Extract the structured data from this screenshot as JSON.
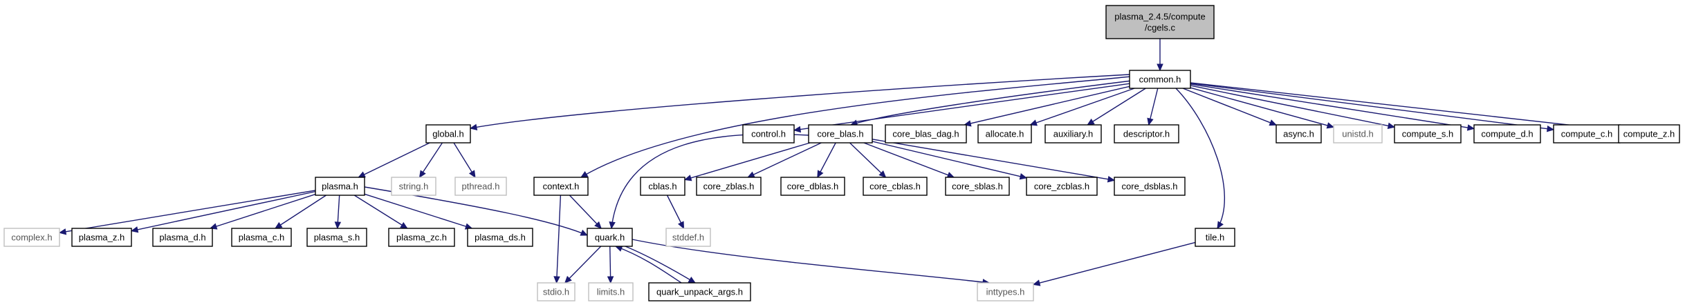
{
  "graph": {
    "nodes": {
      "root": [
        "plasma_2.4.5/compute",
        "/cgels.c"
      ],
      "common_h": "common.h",
      "global_h": "global.h",
      "control_h": "control.h",
      "core_blas_h": "core_blas.h",
      "core_blas_dag_h": "core_blas_dag.h",
      "allocate_h": "allocate.h",
      "auxiliary_h": "auxiliary.h",
      "descriptor_h": "descriptor.h",
      "async_h": "async.h",
      "unistd_h": "unistd.h",
      "compute_s_h": "compute_s.h",
      "compute_d_h": "compute_d.h",
      "compute_c_h": "compute_c.h",
      "compute_z_h": "compute_z.h",
      "plasma_h": "plasma.h",
      "string_h": "string.h",
      "pthread_h": "pthread.h",
      "context_h": "context.h",
      "cblas_h": "cblas.h",
      "core_zblas_h": "core_zblas.h",
      "core_dblas_h": "core_dblas.h",
      "core_cblas_h": "core_cblas.h",
      "core_sblas_h": "core_sblas.h",
      "core_zcblas_h": "core_zcblas.h",
      "core_dsblas_h": "core_dsblas.h",
      "complex_h": "complex.h",
      "plasma_z_h": "plasma_z.h",
      "plasma_d_h": "plasma_d.h",
      "plasma_c_h": "plasma_c.h",
      "plasma_s_h": "plasma_s.h",
      "plasma_zc_h": "plasma_zc.h",
      "plasma_ds_h": "plasma_ds.h",
      "quark_h": "quark.h",
      "stddef_h": "stddef.h",
      "tile_h": "tile.h",
      "stdio_h": "stdio.h",
      "limits_h": "limits.h",
      "quark_unpack_args_h": "quark_unpack_args.h",
      "inttypes_h": "inttypes.h"
    },
    "external": [
      "unistd_h",
      "string_h",
      "pthread_h",
      "complex_h",
      "stddef_h",
      "stdio_h",
      "limits_h",
      "inttypes_h"
    ],
    "edges": [
      [
        "root",
        "common_h"
      ],
      [
        "common_h",
        "global_h"
      ],
      [
        "common_h",
        "context_h"
      ],
      [
        "common_h",
        "control_h"
      ],
      [
        "common_h",
        "core_blas_h"
      ],
      [
        "common_h",
        "core_blas_dag_h"
      ],
      [
        "common_h",
        "allocate_h"
      ],
      [
        "common_h",
        "auxiliary_h"
      ],
      [
        "common_h",
        "descriptor_h"
      ],
      [
        "common_h",
        "tile_h"
      ],
      [
        "common_h",
        "async_h"
      ],
      [
        "common_h",
        "unistd_h"
      ],
      [
        "common_h",
        "compute_s_h"
      ],
      [
        "common_h",
        "compute_d_h"
      ],
      [
        "common_h",
        "compute_c_h"
      ],
      [
        "common_h",
        "compute_z_h"
      ],
      [
        "global_h",
        "plasma_h"
      ],
      [
        "global_h",
        "string_h"
      ],
      [
        "global_h",
        "pthread_h"
      ],
      [
        "plasma_h",
        "complex_h"
      ],
      [
        "plasma_h",
        "plasma_z_h"
      ],
      [
        "plasma_h",
        "plasma_d_h"
      ],
      [
        "plasma_h",
        "plasma_c_h"
      ],
      [
        "plasma_h",
        "plasma_s_h"
      ],
      [
        "plasma_h",
        "plasma_zc_h"
      ],
      [
        "plasma_h",
        "plasma_ds_h"
      ],
      [
        "plasma_h",
        "quark_h"
      ],
      [
        "core_blas_h",
        "quark_h"
      ],
      [
        "core_blas_h",
        "cblas_h"
      ],
      [
        "core_blas_h",
        "core_zblas_h"
      ],
      [
        "core_blas_h",
        "core_dblas_h"
      ],
      [
        "core_blas_h",
        "core_cblas_h"
      ],
      [
        "core_blas_h",
        "core_sblas_h"
      ],
      [
        "core_blas_h",
        "core_zcblas_h"
      ],
      [
        "core_blas_h",
        "core_dsblas_h"
      ],
      [
        "context_h",
        "quark_h"
      ],
      [
        "context_h",
        "stdio_h"
      ],
      [
        "cblas_h",
        "stddef_h"
      ],
      [
        "quark_h",
        "stdio_h"
      ],
      [
        "quark_h",
        "limits_h"
      ],
      [
        "quark_h",
        "quark_unpack_args_h"
      ],
      [
        "quark_h",
        "inttypes_h"
      ],
      [
        "quark_unpack_args_h",
        "quark_h"
      ],
      [
        "tile_h",
        "inttypes_h"
      ]
    ]
  }
}
